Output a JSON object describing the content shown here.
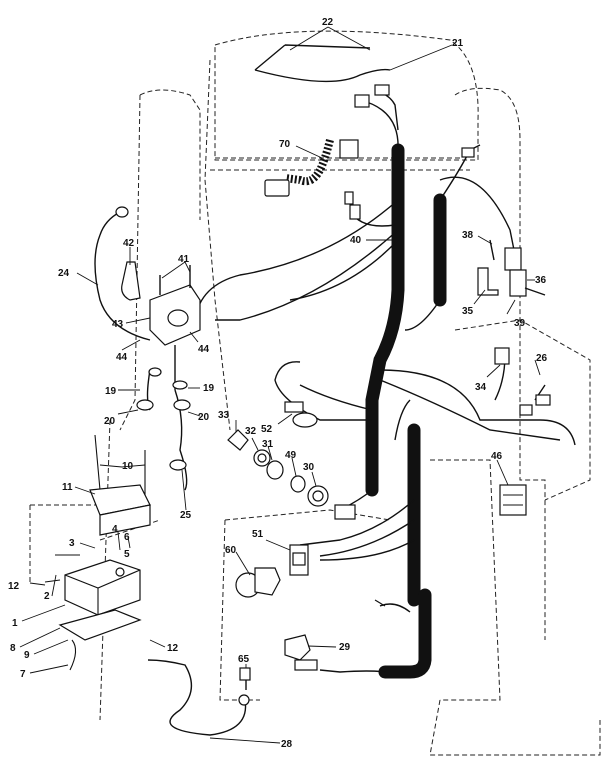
{
  "callouts": {
    "c22": "22",
    "c21": "21",
    "c70": "70",
    "c40": "40",
    "c38": "38",
    "c36": "36",
    "c35": "35",
    "c39": "39",
    "c42": "42",
    "c41": "41",
    "c24": "24",
    "c43": "43",
    "c44a": "44",
    "c44b": "44",
    "c19a": "19",
    "c19b": "19",
    "c20a": "20",
    "c20b": "20",
    "c26": "26",
    "c34": "34",
    "c33": "33",
    "c32": "32",
    "c52": "52",
    "c31": "31",
    "c49": "49",
    "c30": "30",
    "c10": "10",
    "c11": "11",
    "c25": "25",
    "c46": "46",
    "c51": "51",
    "c60": "60",
    "c3": "3",
    "c4": "4",
    "c6": "6",
    "c5": "5",
    "c12a": "12",
    "c2": "2",
    "c1": "1",
    "c8": "8",
    "c9": "9",
    "c7": "7",
    "c12b": "12",
    "c65": "65",
    "c29": "29",
    "c28": "28"
  }
}
